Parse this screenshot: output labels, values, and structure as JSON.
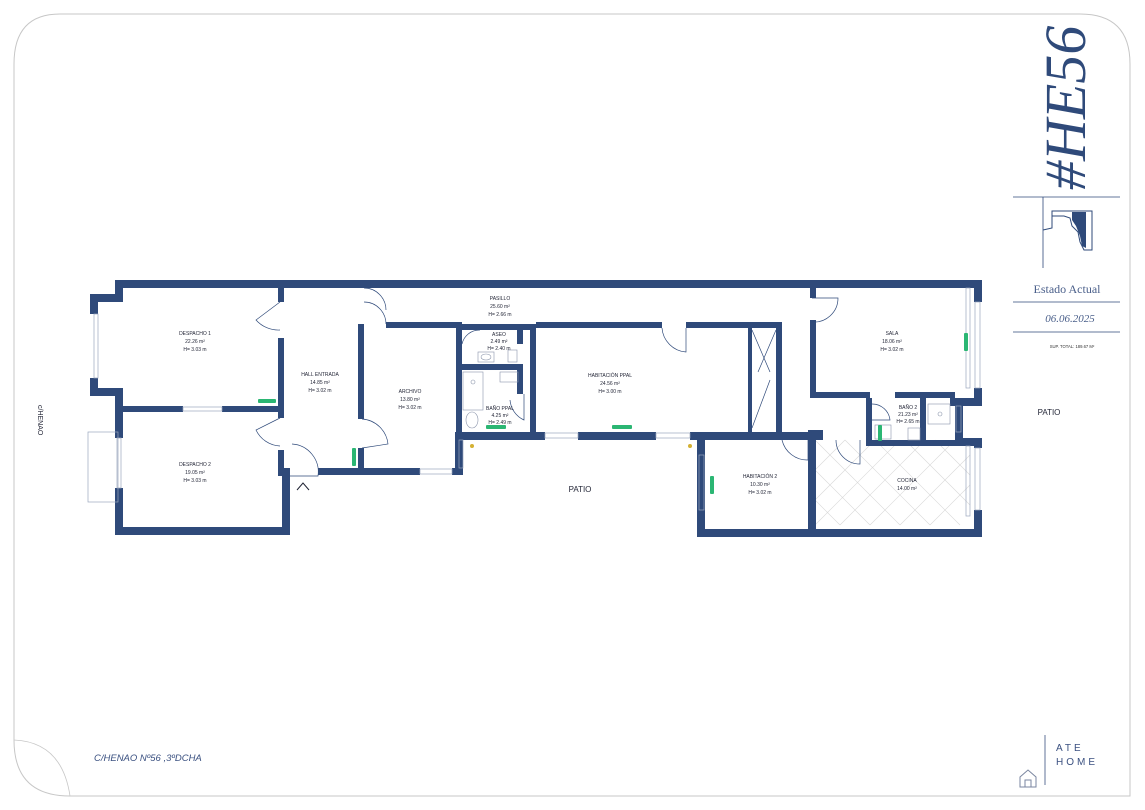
{
  "project": {
    "code": "#HE56",
    "status_label": "Estado Actual",
    "date": "06.06.2025",
    "total_surface": "SUP. TOTAL: 189.67 M²",
    "address": "C/HENAO Nº56 ,3ºDCHA"
  },
  "brand": {
    "line1": "ATE",
    "line2": "HOME"
  },
  "street": "c/HENAO",
  "patios": [
    "PATIO",
    "PATIO"
  ],
  "rooms": [
    {
      "name": "DESPACHO 1",
      "area": "22.26 m²",
      "height": "H= 3.03 m"
    },
    {
      "name": "DESPACHO 2",
      "area": "19.05 m²",
      "height": "H= 3.03 m"
    },
    {
      "name": "HALL ENTRADA",
      "area": "14.85 m²",
      "height": "H= 3.02 m"
    },
    {
      "name": "PASILLO",
      "area": "25.60 m²",
      "height": "H= 2.66 m"
    },
    {
      "name": "ARCHIVO",
      "area": "13.80 m²",
      "height": "H= 3.02 m"
    },
    {
      "name": "ASEO",
      "area": "2.49 m²",
      "height": "H= 2.40 m"
    },
    {
      "name": "BAÑO PPAL",
      "area": "4.25 m²",
      "height": "H= 2.49 m"
    },
    {
      "name": "HABITACIÓN PPAL",
      "area": "24.56 m²",
      "height": "H= 3.00 m"
    },
    {
      "name": "SALA",
      "area": "18.06 m²",
      "height": "H= 3.02 m"
    },
    {
      "name": "BAÑO 2",
      "area": "21.23 m²",
      "height": "H= 2.65 m"
    },
    {
      "name": "HABITACIÓN 2",
      "area": "10.30 m²",
      "height": "H= 3.02 m"
    },
    {
      "name": "COCINA",
      "area": "14.00 m²",
      "height": ""
    }
  ],
  "colors": {
    "wall": "#2f4a7a",
    "frame": "#c7c7c7",
    "radiator": "#2bb673",
    "accent": "#2f4a7a"
  },
  "icons": [
    "arrow-up-icon",
    "house-icon"
  ]
}
